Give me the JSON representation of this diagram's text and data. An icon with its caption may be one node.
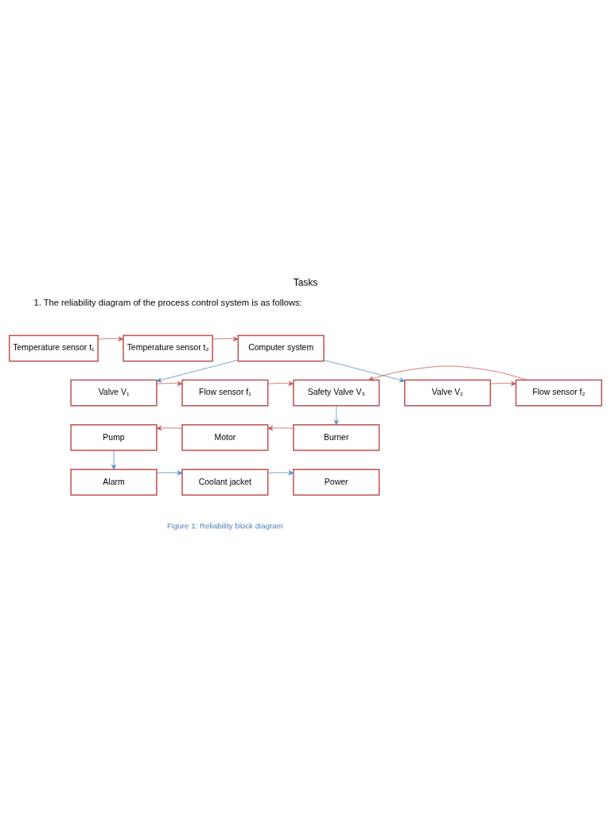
{
  "diagram": {
    "title": "Tasks",
    "caption": "Figure 1: Reliability block diagram",
    "labels": [
      "1. The reliability diagram of the process control system is as follows:"
    ],
    "nodes": [
      {
        "text": [
          "Temperature sensor t₁"
        ]
      },
      {
        "text": [
          "Temperature sensor t₂"
        ]
      },
      {
        "text": [
          "Computer system"
        ]
      },
      {
        "text": [
          "Valve V₁"
        ]
      },
      {
        "text": [
          "Flow sensor f₁"
        ]
      },
      {
        "text": [
          "Valve V₂"
        ]
      },
      {
        "text": [
          "Flow sensor f₂"
        ]
      },
      {
        "text": [
          "Safety Valve V₃"
        ]
      },
      {
        "text": [
          "Pump"
        ]
      },
      {
        "text": [
          "Motor"
        ]
      },
      {
        "text": [
          "Burner"
        ]
      },
      {
        "text": [
          "Alarm"
        ]
      },
      {
        "text": [
          "Coolant jacket"
        ]
      },
      {
        "text": [
          "Power"
        ]
      }
    ],
    "edges": [
      {
        "from": 0,
        "to": 1,
        "arrow": "to"
      },
      {
        "from": 1,
        "to": 2,
        "arrow": "to"
      },
      {
        "from": 2,
        "to": 3,
        "arrow": "to",
        "color": "#4f81bd"
      },
      {
        "from": 2,
        "to": 5,
        "arrow": "to",
        "color": "#4f81bd"
      },
      {
        "from": 3,
        "to": 4,
        "arrow": "to"
      },
      {
        "from": 5,
        "to": 6,
        "arrow": "to"
      },
      {
        "from": 4,
        "to": 7,
        "arrow": "to"
      },
      {
        "from": 6,
        "to": 7,
        "arrow": "to"
      },
      {
        "from": 7,
        "to": 10,
        "arrow": "to",
        "color": "#4f81bd"
      },
      {
        "from": 10,
        "to": 9,
        "arrow": "to"
      },
      {
        "from": 9,
        "to": 8,
        "arrow": "to"
      },
      {
        "from": 8,
        "to": 11,
        "arrow": "to",
        "color": "#4f81bd"
      },
      {
        "from": 11,
        "to": 12,
        "arrow": "to",
        "color": "#4f81bd"
      },
      {
        "from": 12,
        "to": 13,
        "arrow": "to",
        "color": "#4f81bd"
      }
    ]
  }
}
